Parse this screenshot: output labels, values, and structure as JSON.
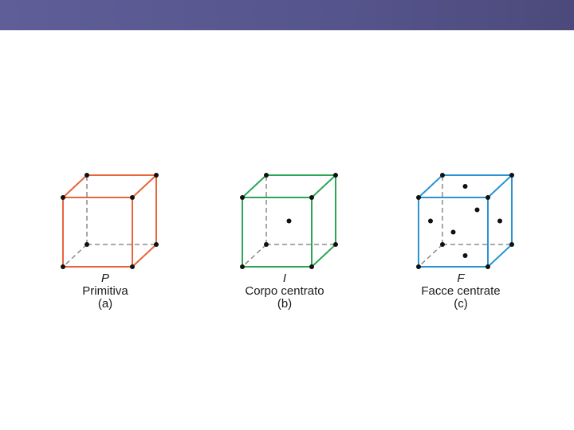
{
  "colors": {
    "header": "#58578f",
    "primitive": "#e8643c",
    "body_centered": "#2fa557",
    "face_centered": "#2a93d3",
    "hidden_edge": "#8c8c8c",
    "atom": "#111111"
  },
  "cells": [
    {
      "symbol": "P",
      "name": "Primitiva",
      "tag": "(a)",
      "color_key": "primitive",
      "type": "primitive"
    },
    {
      "symbol": "I",
      "name": "Corpo centrato",
      "tag": "(b)",
      "color_key": "body_centered",
      "type": "body"
    },
    {
      "symbol": "F",
      "name": "Facce centrate",
      "tag": "(c)",
      "color_key": "face_centered",
      "type": "face"
    }
  ]
}
